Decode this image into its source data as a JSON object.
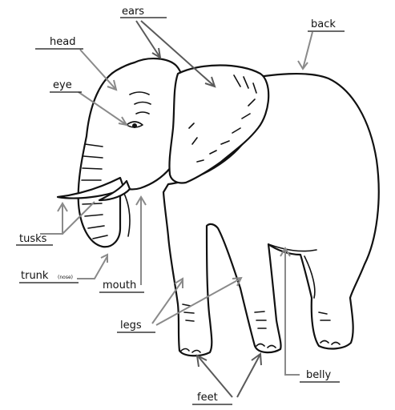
{
  "labels": {
    "ears": "ears",
    "head": "head",
    "back": "back",
    "eye": "eye",
    "tusks": "tusks",
    "trunk": "trunk",
    "trunk_note": "(nose)",
    "mouth": "mouth",
    "legs": "legs",
    "belly": "belly",
    "feet": "feet"
  },
  "colors": {
    "ink": "#111111",
    "leader": "#8a8a8a",
    "background": "#ffffff"
  }
}
